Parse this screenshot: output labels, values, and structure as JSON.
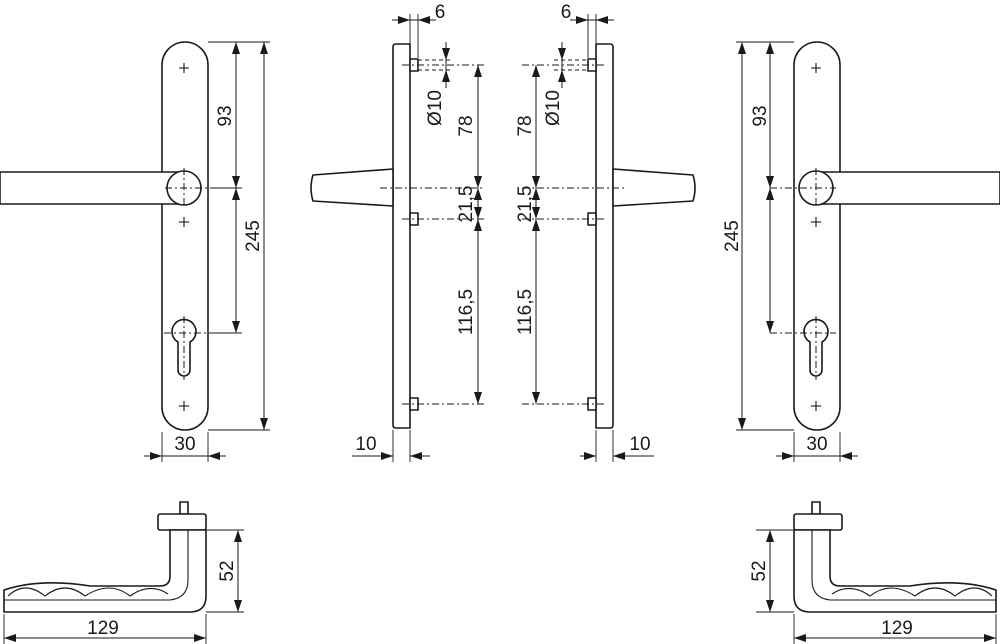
{
  "dimensions": {
    "front_left": {
      "upper": "93",
      "overall": "245",
      "width": "30"
    },
    "side_left": {
      "offset": "6",
      "diameter": "Ø10",
      "upper": "78",
      "middle": "21,5",
      "lower": "116,5",
      "thickness": "10"
    },
    "side_right": {
      "offset": "6",
      "diameter": "Ø10",
      "upper": "78",
      "middle": "21,5",
      "lower": "116,5",
      "thickness": "10"
    },
    "front_right": {
      "upper": "93",
      "overall": "245",
      "width": "30"
    },
    "handle_left": {
      "height": "52",
      "length": "129"
    },
    "handle_right": {
      "height": "52",
      "length": "129"
    }
  }
}
